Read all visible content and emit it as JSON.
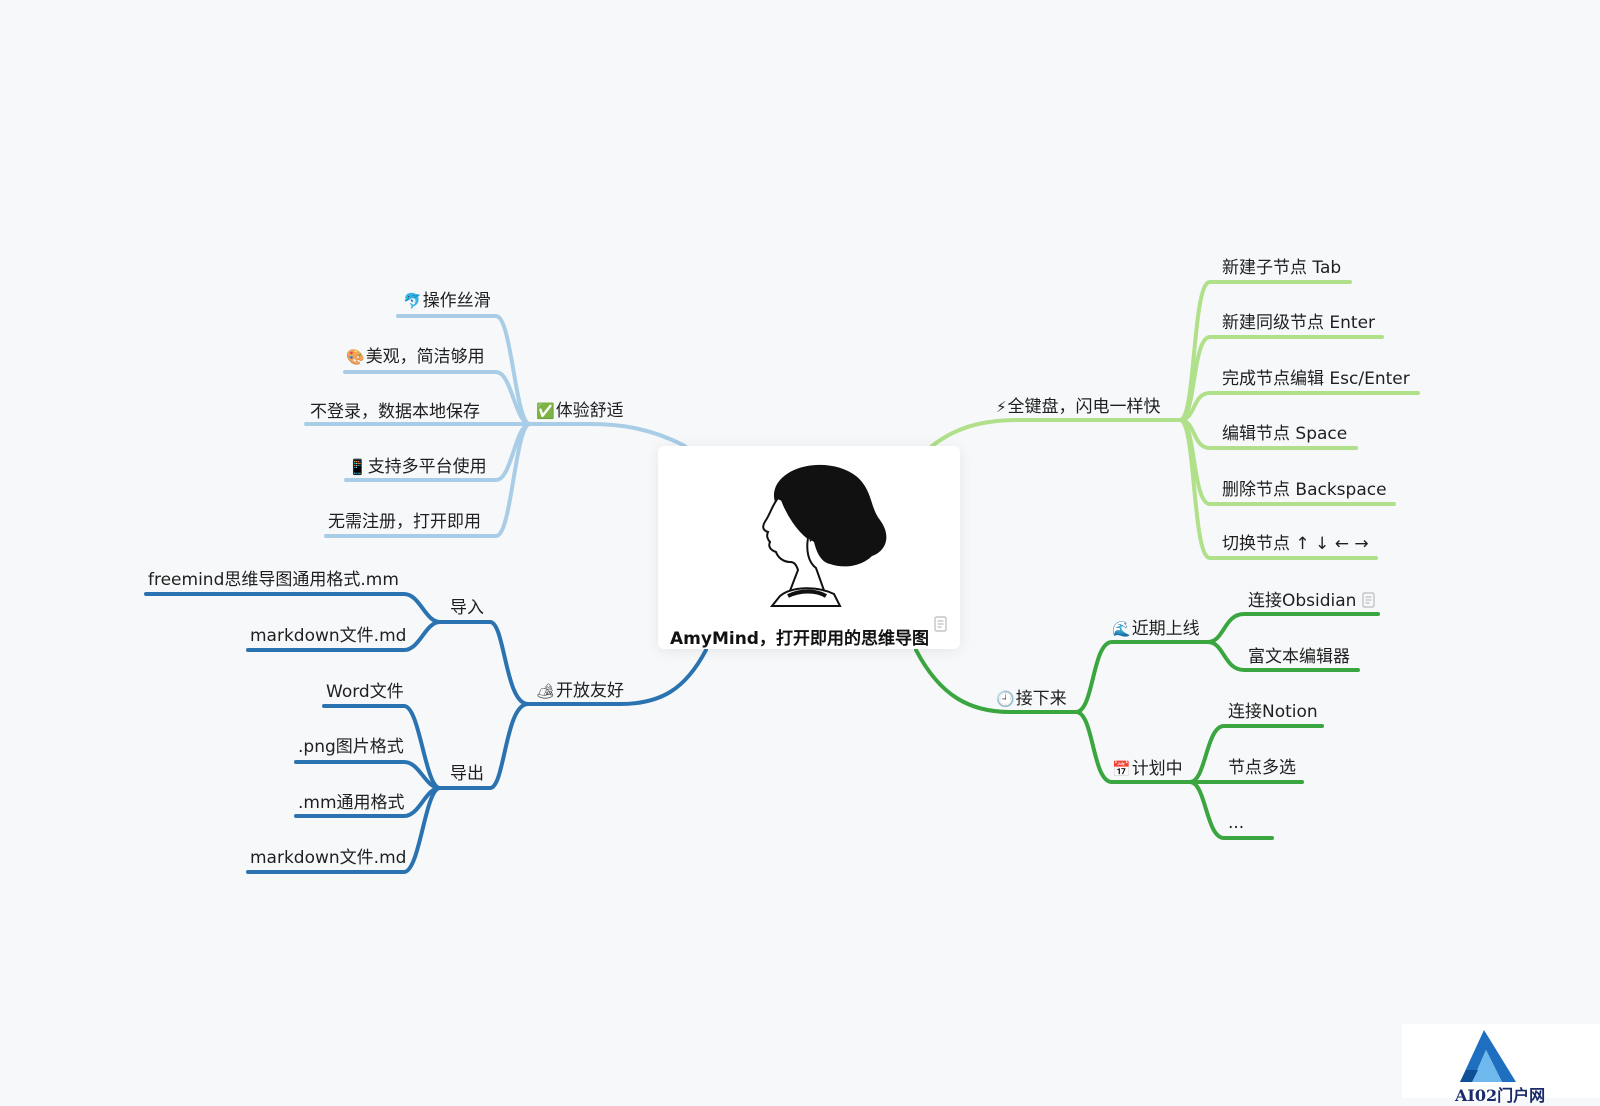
{
  "center": {
    "title": "AmyMind，打开即用的思维导图"
  },
  "colors": {
    "light_blue": "#a9cde6",
    "dark_blue": "#2a73b0",
    "light_green": "#b0e08a",
    "dark_green": "#3aa640"
  },
  "branches": {
    "experience": {
      "label": "体验舒适",
      "icon": "✅",
      "children": [
        {
          "label": "操作丝滑",
          "icon": "🐬"
        },
        {
          "label": "美观，简洁够用",
          "icon": "🎨"
        },
        {
          "label": "不登录，数据本地保存",
          "icon": ""
        },
        {
          "label": "支持多平台使用",
          "icon": "📱"
        },
        {
          "label": "无需注册，打开即用",
          "icon": ""
        }
      ]
    },
    "open": {
      "label": "开放友好",
      "icon": "🏕",
      "import": {
        "label": "导入",
        "children": [
          "freemind思维导图通用格式.mm",
          "markdown文件.md"
        ]
      },
      "export": {
        "label": "导出",
        "children": [
          "Word文件",
          ".png图片格式",
          ".mm通用格式",
          "markdown文件.md"
        ]
      }
    },
    "keyboard": {
      "label": "全键盘，闪电一样快",
      "icon": "⚡",
      "children": [
        "新建子节点 Tab",
        "新建同级节点 Enter",
        "完成节点编辑 Esc/Enter",
        "编辑节点 Space",
        "删除节点 Backspace",
        "切换节点 ↑ ↓ ← →"
      ]
    },
    "next": {
      "label": "接下来",
      "icon": "🕘",
      "soon": {
        "label": "近期上线",
        "icon": "🌊",
        "children": [
          "连接Obsidian",
          "富文本编辑器"
        ]
      },
      "planned": {
        "label": "计划中",
        "icon": "📅",
        "children": [
          "连接Notion",
          "节点多选",
          "..."
        ]
      }
    }
  },
  "watermark": {
    "text": "AI02门户网"
  }
}
